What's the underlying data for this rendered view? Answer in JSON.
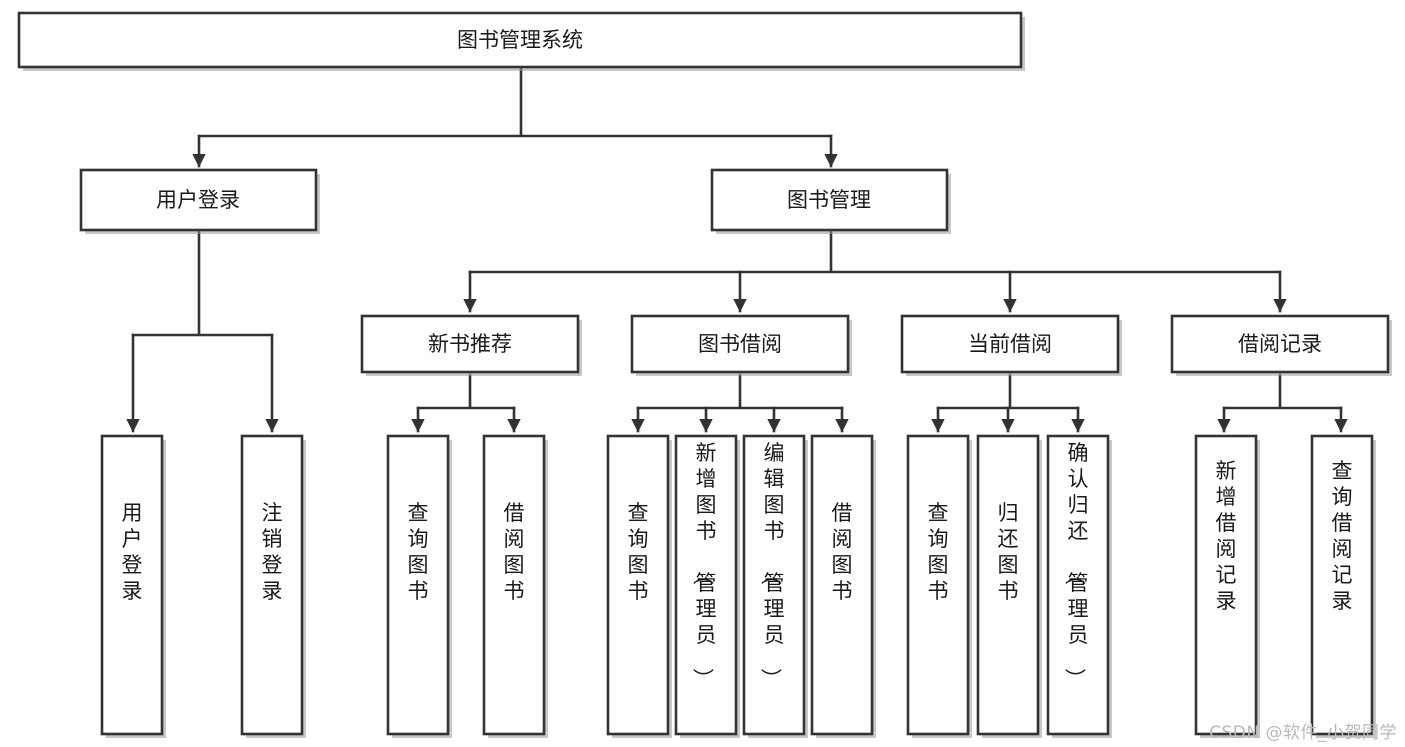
{
  "diagram": {
    "type": "tree",
    "title": "图书管理系统",
    "watermark": "CSDN @软件_小贺同学",
    "colors": {
      "stroke": "#333333",
      "fill": "#ffffff",
      "text": "#1a1a1a",
      "watermark": "#b9b9b9"
    },
    "root": {
      "label": "图书管理系统"
    },
    "level2": [
      {
        "label": "用户登录"
      },
      {
        "label": "图书管理"
      }
    ],
    "level3": [
      {
        "label": "新书推荐"
      },
      {
        "label": "图书借阅"
      },
      {
        "label": "当前借阅"
      },
      {
        "label": "借阅记录"
      }
    ],
    "leaves": {
      "user_login": [
        {
          "label": "用户登录"
        },
        {
          "label": "注销登录"
        }
      ],
      "new_book_recommend": [
        {
          "label": "查询图书"
        },
        {
          "label": "借阅图书"
        }
      ],
      "book_borrow": [
        {
          "label": "查询图书"
        },
        {
          "label": "新增图书（管理员）"
        },
        {
          "label": "编辑图书（管理员）"
        },
        {
          "label": "借阅图书"
        }
      ],
      "current_borrow": [
        {
          "label": "查询图书"
        },
        {
          "label": "归还图书"
        },
        {
          "label": "确认归还（管理员）"
        }
      ],
      "borrow_record": [
        {
          "label": "新增借阅记录"
        },
        {
          "label": "查询借阅记录"
        }
      ]
    }
  }
}
